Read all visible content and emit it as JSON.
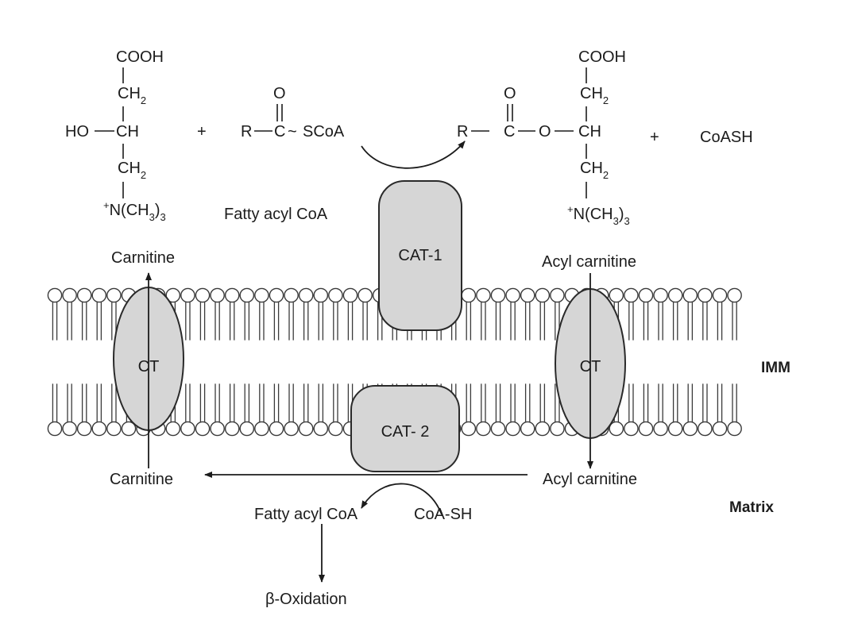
{
  "carnitine_structure": {
    "cooh": "COOH",
    "ch2_top": "CH",
    "ch2_top_sub": "2",
    "ho": "HO",
    "ch": "CH",
    "ch2_bottom": "CH",
    "ch2_bottom_sub": "2",
    "n_charge": "+",
    "n_group": "N(CH",
    "n_sub_a": "3",
    "n_close": ")",
    "n_sub_b": "3"
  },
  "plus_1": "+",
  "fatty_acyl_coa_structure": {
    "r": "R",
    "o": "O",
    "c": "C",
    "tilde": "~",
    "scoa": "SCoA",
    "label": "Fatty acyl CoA"
  },
  "acyl_carnitine_structure": {
    "r": "R",
    "o_carbonyl": "O",
    "c": "C",
    "o_ester": "O",
    "cooh": "COOH",
    "ch2_top": "CH",
    "ch2_top_sub": "2",
    "ch": "CH",
    "ch2_bottom": "CH",
    "ch2_bottom_sub": "2",
    "n_charge": "+",
    "n_group": "N(CH",
    "n_sub_a": "3",
    "n_close": ")",
    "n_sub_b": "3"
  },
  "plus_2": "+",
  "coash": "CoASH",
  "enzymes": {
    "cat1": "CAT-1",
    "cat2": "CAT- 2",
    "ct_left": "CT",
    "ct_right": "CT"
  },
  "labels": {
    "carnitine_top": "Carnitine",
    "acyl_carnitine_top": "Acyl carnitine",
    "imm": "IMM",
    "carnitine_bottom": "Carnitine",
    "acyl_carnitine_bottom": "Acyl carnitine",
    "fatty_acyl_coa_bottom": "Fatty acyl CoA",
    "coa_sh": "CoA-SH",
    "matrix": "Matrix",
    "beta_oxidation": "β-Oxidation"
  }
}
